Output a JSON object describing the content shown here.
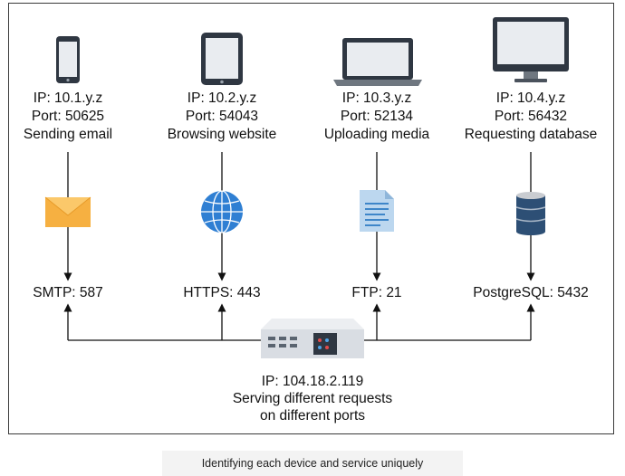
{
  "devices": [
    {
      "icon": "smartphone-icon",
      "ip": "IP: 10.1.y.z",
      "port": "Port: 50625",
      "activity": "Sending email",
      "service_icon": "envelope-icon",
      "service": "SMTP: 587"
    },
    {
      "icon": "tablet-icon",
      "ip": "IP: 10.2.y.z",
      "port": "Port: 54043",
      "activity": "Browsing website",
      "service_icon": "globe-icon",
      "service": "HTTPS: 443"
    },
    {
      "icon": "laptop-icon",
      "ip": "IP: 10.3.y.z",
      "port": "Port: 52134",
      "activity": "Uploading media",
      "service_icon": "document-icon",
      "service": "FTP: 21"
    },
    {
      "icon": "desktop-monitor-icon",
      "ip": "IP: 10.4.y.z",
      "port": "Port: 56432",
      "activity": "Requesting database",
      "service_icon": "database-icon",
      "service": "PostgreSQL: 5432"
    }
  ],
  "server": {
    "icon": "server-icon",
    "ip": "IP: 104.18.2.119",
    "line1": "Serving different requests",
    "line2": "on different ports"
  },
  "caption": "Identifying each device and service uniquely",
  "colors": {
    "envelope": "#f6b041",
    "globe": "#2f7fd3",
    "document": "#bcd7ef",
    "database": "#2d4f75",
    "server": "#d9dde3",
    "line": "#111111"
  }
}
